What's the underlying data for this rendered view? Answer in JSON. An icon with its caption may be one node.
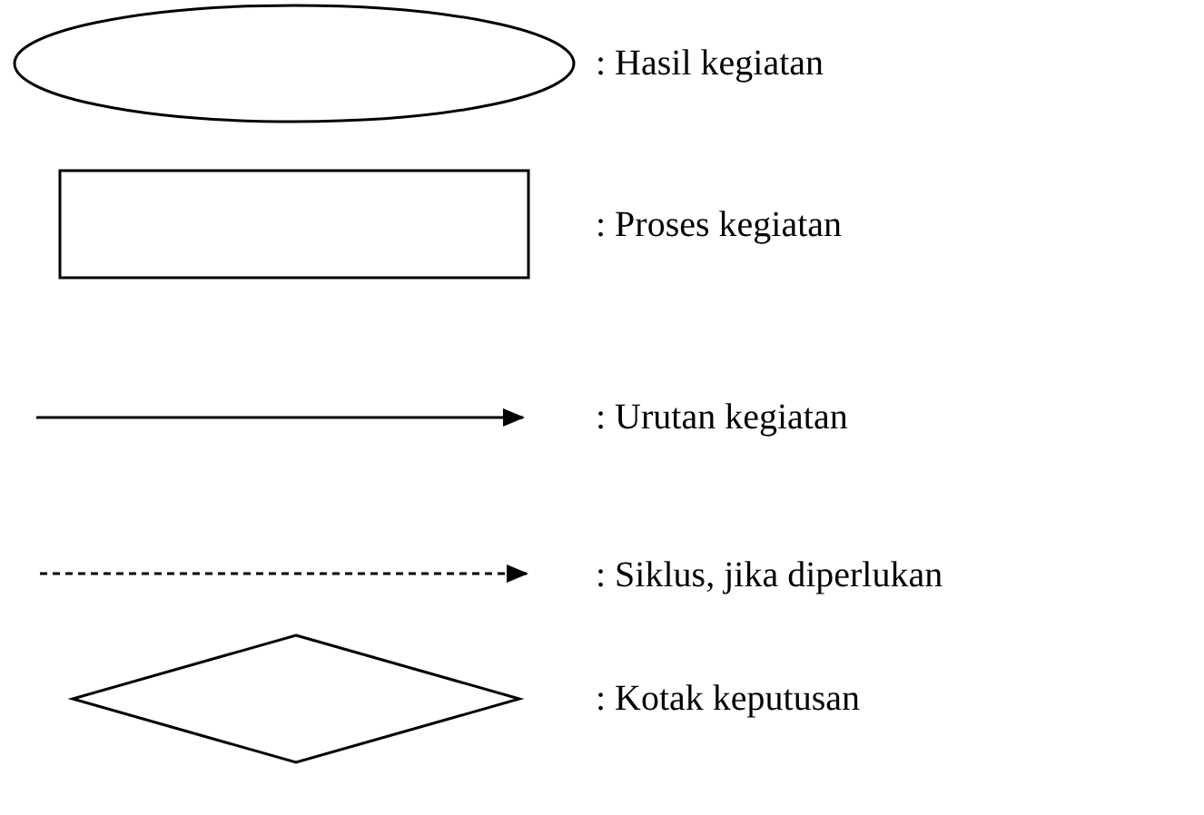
{
  "diagram": {
    "nodes": [
      {
        "text": [],
        "shape": "ellipse"
      },
      {
        "text": [],
        "shape": "box"
      },
      {
        "text": [],
        "shape": "diamond"
      }
    ],
    "legend": [
      {
        "text": ": Hasil kegiatan"
      },
      {
        "text": ": Proses kegiatan"
      },
      {
        "text": ": Urutan kegiatan"
      },
      {
        "text": ": Siklus, jika diperlukan"
      },
      {
        "text": ": Kotak keputusan"
      }
    ]
  }
}
